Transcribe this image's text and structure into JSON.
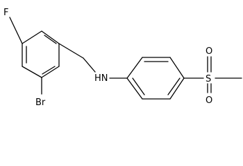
{
  "molecule": {
    "atoms": {
      "fluorine": "F",
      "bromine": "Br",
      "amine": "HN",
      "sulfur": "S",
      "oxygen_top": "O",
      "oxygen_bottom": "O"
    },
    "colors": {
      "ink": "#000000",
      "background": "#ffffff"
    }
  }
}
